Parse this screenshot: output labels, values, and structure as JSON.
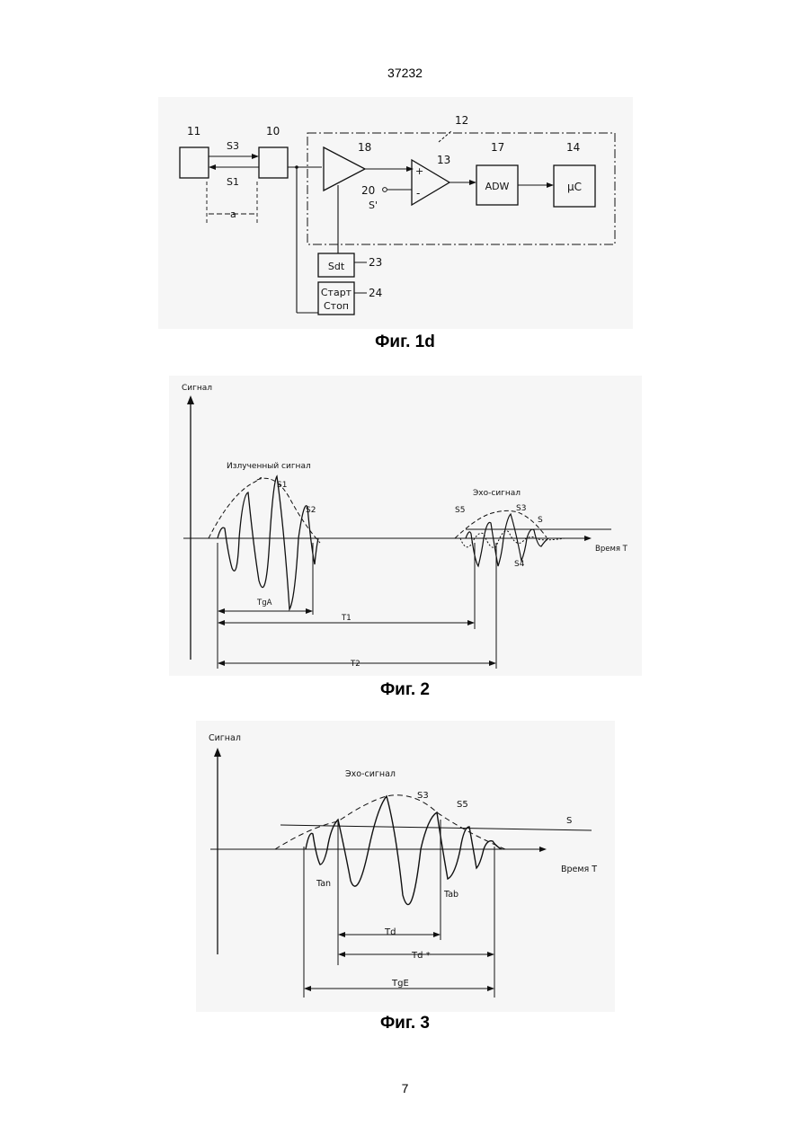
{
  "page": {
    "header": "37232",
    "page_number": "7"
  },
  "fig1d": {
    "caption": "Фиг. 1d",
    "labels": {
      "n11": "11",
      "n10": "10",
      "n12": "12",
      "n18": "18",
      "n13": "13",
      "n17": "17",
      "n14": "14",
      "n20": "20",
      "n23": "23",
      "n24": "24",
      "s3": "S3",
      "s1": "S1",
      "s_prime": "S'",
      "a": "a",
      "plus": "+",
      "minus": "-"
    },
    "blocks": {
      "adw": "ADW",
      "uc": "µC",
      "sdt": "Sdt",
      "start": "Старт",
      "stop": "Стоп"
    }
  },
  "fig2": {
    "caption": "Фиг. 2",
    "y_axis": "Сигнал",
    "x_axis": "Время T",
    "emitted": "Излученный сигнал",
    "echo": "Эхо-сигнал",
    "marks": {
      "s1": "S1",
      "s2": "S2",
      "s3": "S3",
      "s4": "S4",
      "s5": "S5",
      "s": "S"
    },
    "dims": {
      "tga": "TgA",
      "t1": "T1",
      "t2": "T2"
    }
  },
  "fig3": {
    "caption": "Фиг. 3",
    "y_axis": "Сигнал",
    "x_axis": "Время T",
    "echo": "Эхо-сигнал",
    "marks": {
      "s3": "S3",
      "s5": "S5",
      "s": "S"
    },
    "dims": {
      "tan": "Tan",
      "tab": "Tab",
      "td": "Td",
      "tdstar": "Td *",
      "tge": "TgE"
    }
  }
}
